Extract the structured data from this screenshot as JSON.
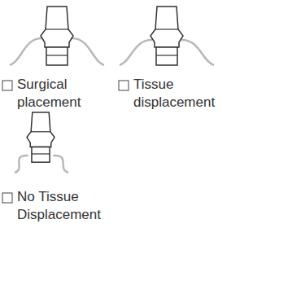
{
  "diagram": {
    "labels": [
      "Surgical placement",
      "Tissue displacement",
      "No Tissue Displacement"
    ]
  }
}
